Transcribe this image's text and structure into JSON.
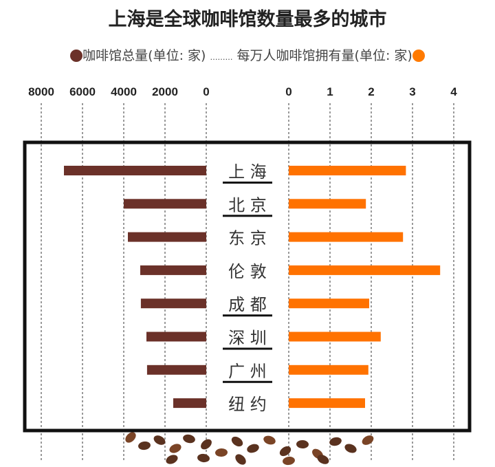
{
  "chart_data": {
    "type": "bar",
    "title": "上海是全球咖啡馆数量最多的城市",
    "legend": {
      "left_label": "咖啡馆总量(单位: 家)",
      "separator": "………",
      "right_label": "每万人咖啡馆拥有量(单位: 家)",
      "placement": "top"
    },
    "categories": [
      "上 海",
      "北 京",
      "东 京",
      "伦 敦",
      "成 都",
      "深 圳",
      "广 州",
      "纽 约"
    ],
    "underlined": [
      true,
      true,
      false,
      false,
      true,
      true,
      true,
      false
    ],
    "series": [
      {
        "name": "咖啡馆总量(单位: 家)",
        "color": "#6b3129",
        "values": [
          6900,
          4000,
          3800,
          3200,
          3170,
          2900,
          2870,
          1600
        ],
        "ticks": [
          "8000",
          "6000",
          "4000",
          "2000",
          "0"
        ],
        "tick_values": [
          8000,
          6000,
          4000,
          2000,
          0
        ],
        "xlim": [
          0,
          8000
        ]
      },
      {
        "name": "每万人咖啡馆拥有量(单位: 家)",
        "color": "#ff7200",
        "values": [
          2.84,
          1.87,
          2.77,
          3.67,
          1.95,
          2.23,
          1.93,
          1.85
        ],
        "ticks": [
          "0",
          "1",
          "2",
          "3",
          "4"
        ],
        "tick_values": [
          0,
          1,
          2,
          3,
          4
        ],
        "xlim": [
          0,
          4
        ]
      }
    ],
    "grid": true
  }
}
